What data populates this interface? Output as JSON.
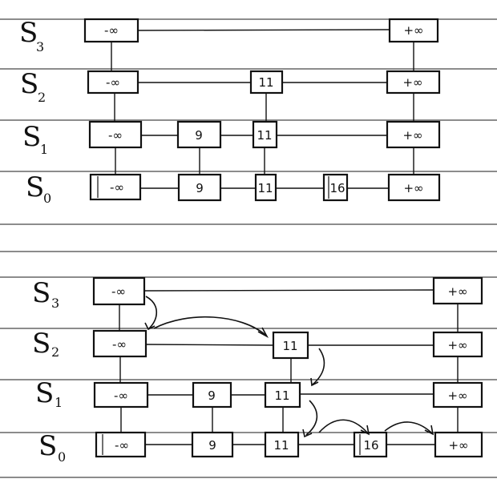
{
  "diagrams": [
    {
      "levels": [
        {
          "label": "S",
          "sub": "3",
          "nodes": [
            "-∞",
            "+∞"
          ]
        },
        {
          "label": "S",
          "sub": "2",
          "nodes": [
            "-∞",
            "11",
            "+∞"
          ]
        },
        {
          "label": "S",
          "sub": "1",
          "nodes": [
            "-∞",
            "9",
            "11",
            "+∞"
          ]
        },
        {
          "label": "S",
          "sub": "0",
          "nodes": [
            "-∞",
            "9",
            "11",
            "16",
            "+∞"
          ]
        }
      ]
    },
    {
      "levels": [
        {
          "label": "S",
          "sub": "3",
          "nodes": [
            "-∞",
            "+∞"
          ]
        },
        {
          "label": "S",
          "sub": "2",
          "nodes": [
            "-∞",
            "11",
            "+∞"
          ]
        },
        {
          "label": "S",
          "sub": "1",
          "nodes": [
            "-∞",
            "9",
            "11",
            "+∞"
          ]
        },
        {
          "label": "S",
          "sub": "0",
          "nodes": [
            "-∞",
            "9",
            "11",
            "16",
            "+∞"
          ]
        }
      ]
    }
  ]
}
